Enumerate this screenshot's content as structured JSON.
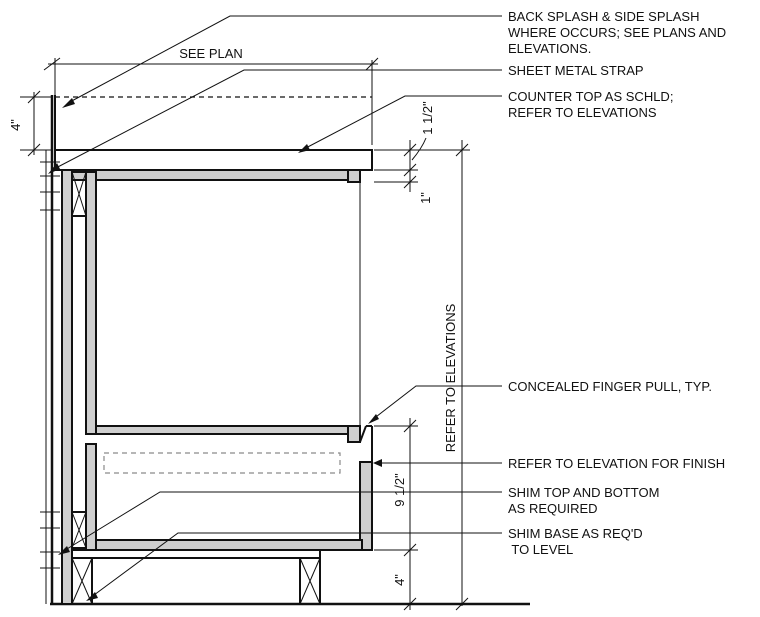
{
  "notes": {
    "back_splash": [
      "BACK SPLASH & SIDE SPLASH",
      "WHERE OCCURS; SEE PLANS AND",
      "ELEVATIONS."
    ],
    "sheet_metal_strap": [
      "SHEET METAL STRAP"
    ],
    "counter_top": [
      "COUNTER TOP AS SCHLD;",
      "REFER TO ELEVATIONS"
    ],
    "finger_pull": [
      "CONCEALED FINGER PULL, TYP."
    ],
    "finish": [
      "REFER TO ELEVATION FOR FINISH"
    ],
    "shim_top": [
      "SHIM TOP AND BOTTOM",
      "AS REQUIRED"
    ],
    "shim_base": [
      "SHIM BASE AS REQ'D",
      " TO LEVEL"
    ]
  },
  "dimensions": {
    "see_plan": "SEE PLAN",
    "splash_height": "4\"",
    "top_thickness": "1 1/2\"",
    "reveal": "1\"",
    "overall_height": "REFER TO ELEVATIONS",
    "drawer_height": "9 1/2\"",
    "base_height": "4\""
  }
}
